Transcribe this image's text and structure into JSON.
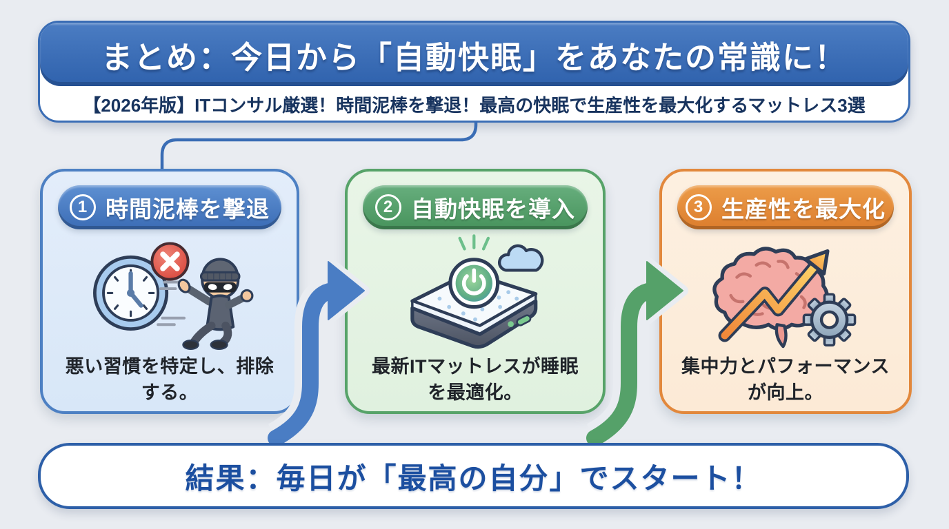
{
  "header": {
    "title": "まとめ：今日から「自動快眠」をあなたの常識に！",
    "subtitle": "【2026年版】ITコンサル厳選！時間泥棒を撃退！最高の快眠で生産性を最大化するマットレス3選"
  },
  "steps": [
    {
      "number": "1",
      "title": "時間泥棒を撃退",
      "body": "悪い習慣を特定し、排除する。",
      "icon": "clock-thief-icon",
      "accent": "#4d80c3"
    },
    {
      "number": "2",
      "title": "自動快眠を導入",
      "body": "最新ITマットレスが睡眠を最適化。",
      "icon": "smart-mattress-icon",
      "accent": "#57a369"
    },
    {
      "number": "3",
      "title": "生産性を最大化",
      "body": "集中力とパフォーマンスが向上。",
      "icon": "brain-growth-gear-icon",
      "accent": "#e2883c"
    }
  ],
  "result": {
    "text": "結果：毎日が「最高の自分」でスタート！"
  },
  "colors": {
    "background": "#e9ecf1",
    "primary_blue": "#3a6db5",
    "arrow_blue": "#4a7dc4",
    "arrow_green": "#55a169",
    "banner_text_blue": "#1c4fa0",
    "step1_fill": "#dce9f8",
    "step2_fill": "#e5f3e4",
    "step3_fill": "#fdeedd"
  }
}
